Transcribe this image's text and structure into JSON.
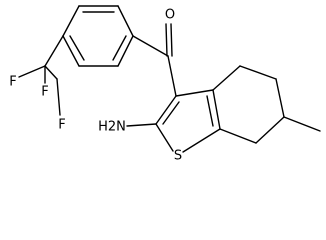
{
  "molecule": {
    "atoms": {
      "oxygen": "O",
      "sulfur": "S",
      "amine": "H2N",
      "fluorine_top": "F",
      "fluorine_left": "F",
      "fluorine_bottom": "F"
    }
  },
  "colors": {
    "bond": "#000000",
    "label": "#000000",
    "background": "#ffffff"
  }
}
